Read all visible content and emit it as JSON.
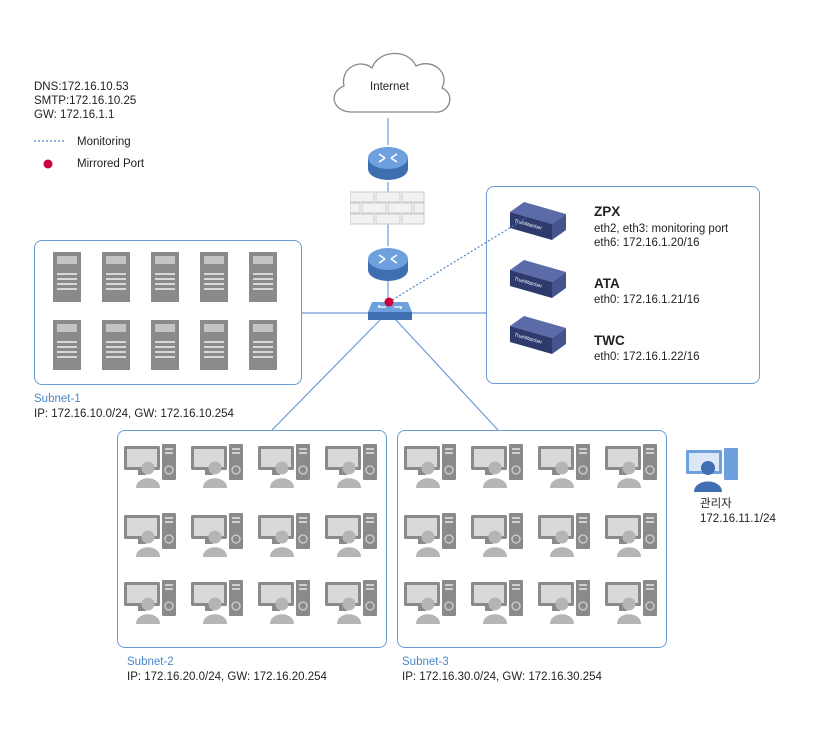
{
  "legend": {
    "dns": "DNS:172.16.10.53",
    "smtp": "SMTP:172.16.10.25",
    "gw": "GW: 172.16.1.1",
    "monitoring": "Monitoring",
    "mirrored": "Mirrored Port"
  },
  "internet": {
    "label": "Internet"
  },
  "subnet1": {
    "name": "Subnet-1",
    "ip": "IP: 172.16.10.0/24, GW: 172.16.10.254"
  },
  "subnet2": {
    "name": "Subnet-2",
    "ip": "IP: 172.16.20.0/24, GW: 172.16.20.254"
  },
  "subnet3": {
    "name": "Subnet-3",
    "ip": "IP: 172.16.30.0/24, GW: 172.16.30.254"
  },
  "servers": {
    "zpx": {
      "name": "ZPX",
      "line1": "eth2, eth3: monitoring port",
      "line2": "eth6: 172.16.1.20/16"
    },
    "ata": {
      "name": "ATA",
      "line1": "eth0: 172.16.1.21/16"
    },
    "twc": {
      "name": "TWC",
      "line1": "eth0: 172.16.1.22/16"
    },
    "brand": "TrueWatcher"
  },
  "admin": {
    "label": "관리자",
    "ip": "172.16.11.1/24"
  },
  "colors": {
    "box_border": "#6b9bd6",
    "subnet_label": "#4a86c8",
    "mirror_dot": "#c8003c",
    "router": "#5b8fd0",
    "appliance": "#2e3a6e",
    "device_gray": "#8a8a8a"
  }
}
